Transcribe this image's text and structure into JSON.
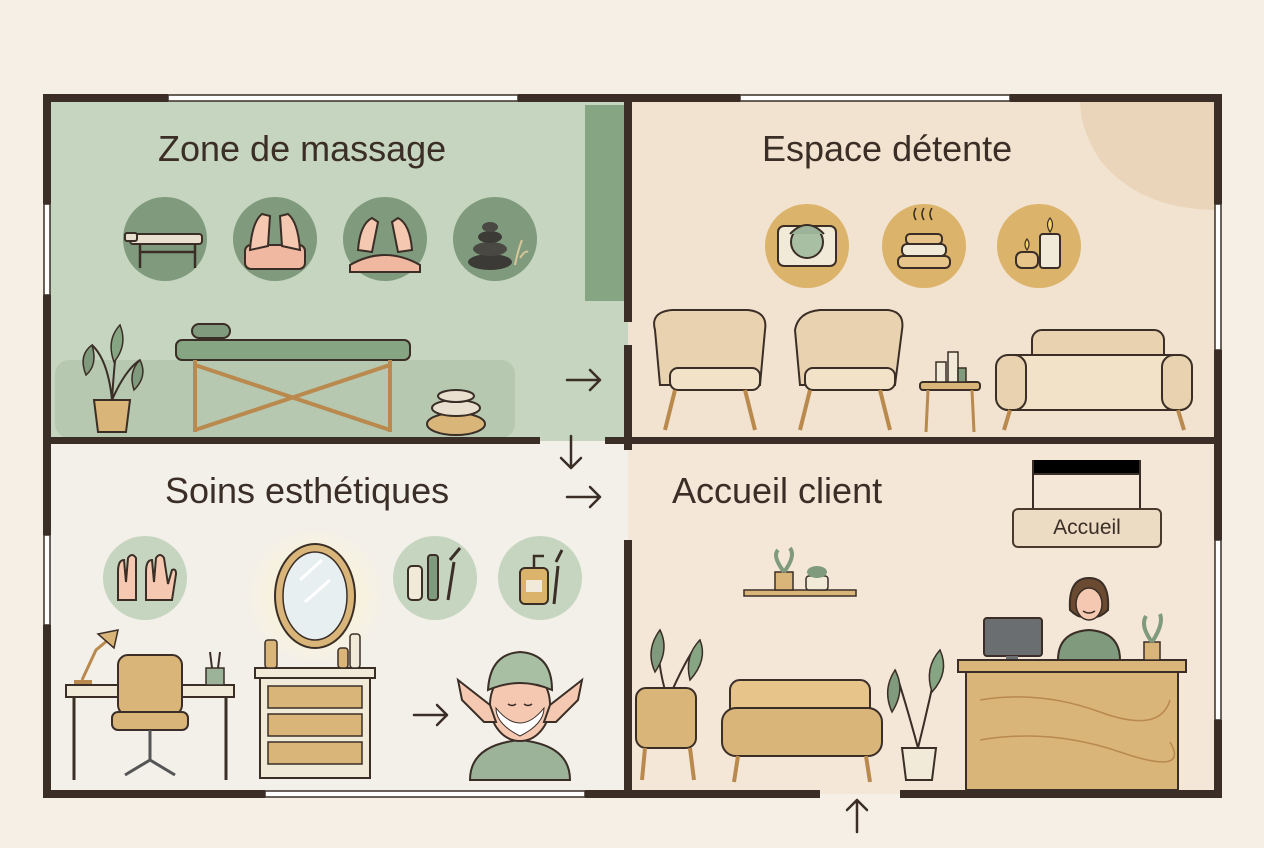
{
  "rooms": {
    "massage": "Zone de massage",
    "relax": "Espace détente",
    "beauty": "Soins esthétiques",
    "reception": "Accueil client"
  },
  "reception_sign": "Accueil",
  "icons": {
    "massage_row": [
      "massage-table-icon",
      "back-massage-icon",
      "shoulder-massage-icon",
      "hot-stones-icon"
    ],
    "relax_row": [
      "face-mask-icon",
      "warm-towels-icon",
      "candles-icon"
    ],
    "beauty_row": [
      "manicure-hands-icon",
      "makeup-products-icon",
      "skincare-products-icon"
    ]
  },
  "colors": {
    "wall": "#3a2e26",
    "massage_room": "#c6d5bf",
    "relax_room": "#f1e3cf",
    "beauty_room": "#f3f0ea",
    "reception_room": "#f4e7d8",
    "accent_sage": "#7f9a7c",
    "accent_gold": "#d3b06a"
  }
}
